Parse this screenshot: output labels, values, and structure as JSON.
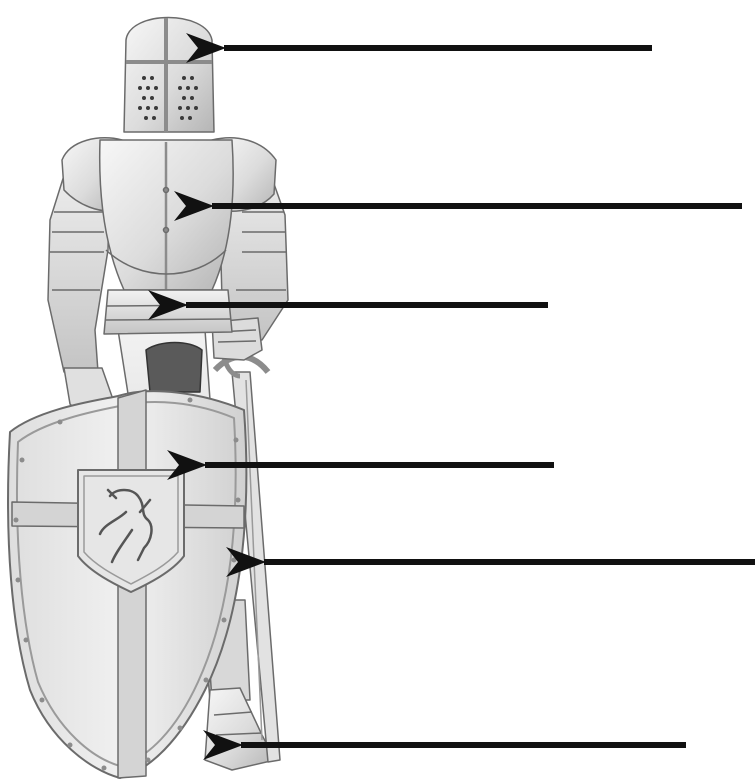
{
  "figure": {
    "subject": "knight-in-armour-illustration",
    "labels": [
      {
        "part": "helmet",
        "text": ""
      },
      {
        "part": "breastplate",
        "text": ""
      },
      {
        "part": "waist-armour",
        "text": ""
      },
      {
        "part": "shield",
        "text": ""
      },
      {
        "part": "sword",
        "text": ""
      },
      {
        "part": "foot-armour",
        "text": ""
      }
    ],
    "colors": {
      "ink": "#111111",
      "armour_light": "#efefef",
      "armour_mid": "#c9c9c9",
      "armour_dark": "#8c8c8c",
      "outline": "#6b6b6b"
    },
    "icons": [
      "knight-armour-drawing",
      "arrow-icon"
    ]
  }
}
